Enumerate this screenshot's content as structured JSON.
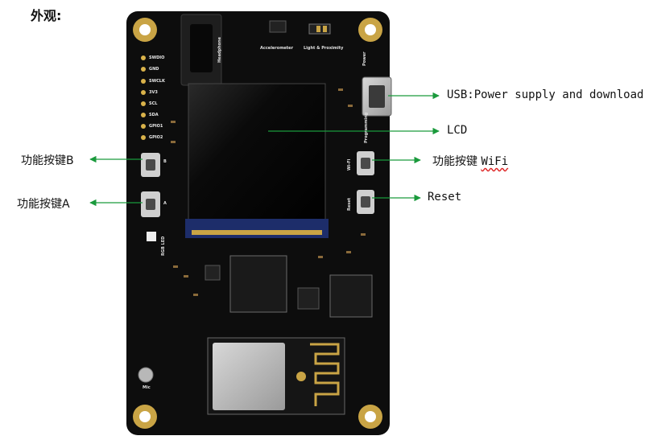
{
  "heading": "外观:",
  "callouts": {
    "usb": "USB:Power supply and download",
    "lcd": "LCD",
    "wifi_prefix": "功能按键 ",
    "wifi_word": "WiFi",
    "reset": "Reset",
    "button_b": "功能按键B",
    "button_a": "功能按键A"
  },
  "board_silkscreen": {
    "pins": [
      "SWDIO",
      "GND",
      "SWCLK",
      "3V3",
      "SCL",
      "SDA",
      "GPIO1",
      "GPIO2"
    ],
    "headphone": "Headphone",
    "accelerometer": "Accelerometer",
    "light_proximity": "Light & Proximity",
    "power": "Power",
    "programming": "Programming",
    "wifi": "Wi-Fi",
    "reset": "Reset",
    "b": "B",
    "a": "A",
    "rgb_led": "RGB LED",
    "mic": "Mic"
  },
  "colors": {
    "board": "#0d0d0d",
    "arrow": "#1a9a3c",
    "gold": "#c9a445"
  }
}
